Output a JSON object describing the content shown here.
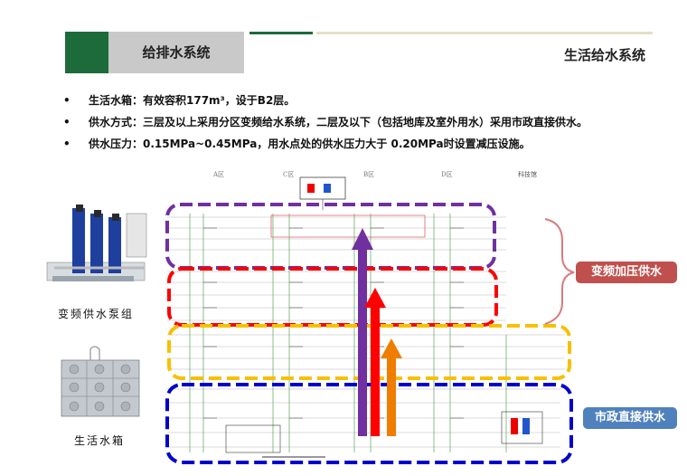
{
  "header": {
    "section_label": "给排水系统",
    "page_title": "生活给水系统",
    "accent_green": "#1d6b3a",
    "accent_grey": "#c9c9c9"
  },
  "bullets": [
    "生活水箱：有效容积177m³，设于B2层。",
    "供水方式：三层及以上采用分区变频给水系统，二层及以下（包括地库及室外用水）采用市政直接供水。",
    "供水压力：0.15MPa~0.45MPa，用水点处的供水压力大于 0.20MPa时设置减压设施。"
  ],
  "diagram": {
    "zone_labels": [
      "A区",
      "C区",
      "B区",
      "D区",
      "科技馆"
    ],
    "equipment_captions": [
      "变频供水泵组",
      "生活水箱"
    ],
    "tags": {
      "variable_freq": "变频加压供水",
      "municipal": "市政直接供水"
    },
    "colors": {
      "purple": "#7030a0",
      "red": "#ff0000",
      "orange": "#f0a500",
      "blue": "#0000cc",
      "tag_red": "#c0504d",
      "tag_blue": "#4f81bd"
    }
  }
}
